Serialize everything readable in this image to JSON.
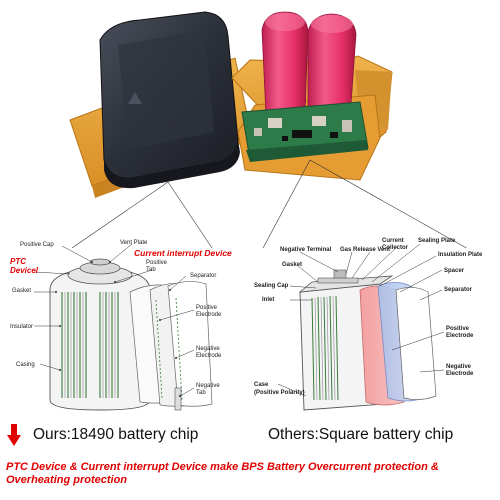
{
  "left_diagram": {
    "labels": {
      "positive_cap": "Positive Cap",
      "vent_plate": "Vent Plate",
      "ptc_device": "PTC\nDevicel",
      "current_interrupt": "Current interrupt  Device",
      "positive_tab": "Positive\nTab",
      "gasket": "Gasket",
      "separator": "Separator",
      "insulator": "Insulator",
      "positive_electrode": "Positive\nElectrode",
      "negative_electrode": "Negative\nElectrode",
      "casing": "Casing",
      "negative_tab": "Negative\nTab"
    }
  },
  "right_diagram": {
    "labels": {
      "negative_terminal": "Negative Terminal",
      "gas_release_vent": "Gas  Release  Vent",
      "current_collector": "Current\nCollector",
      "sealing_plate": "Sealing Plate",
      "insulation_plate": "Insulation Plate",
      "gasket": "Gasket",
      "spacer": "Spacer",
      "sealing_cap": "Sealing Cap",
      "separator": "Separator",
      "inlet": "Inlet",
      "positive_electrode": "Positive\nElectrode",
      "negative_electrode": "Negative\nElectrode",
      "case": "Case\n(Positive Polarity)"
    }
  },
  "captions": {
    "ours": "Ours:18490 battery chip",
    "others": "Others:Square battery chip"
  },
  "footer": "PTC Device & Current interrupt Device make BPS Battery Overcurrent protection & Overheating protection",
  "colors": {
    "accent_red": "#e00000",
    "cell_pink": "#e8306a",
    "case_orange": "#e7a23a",
    "battery_black": "#2b2f38",
    "pcb_green": "#2e7b4a"
  }
}
